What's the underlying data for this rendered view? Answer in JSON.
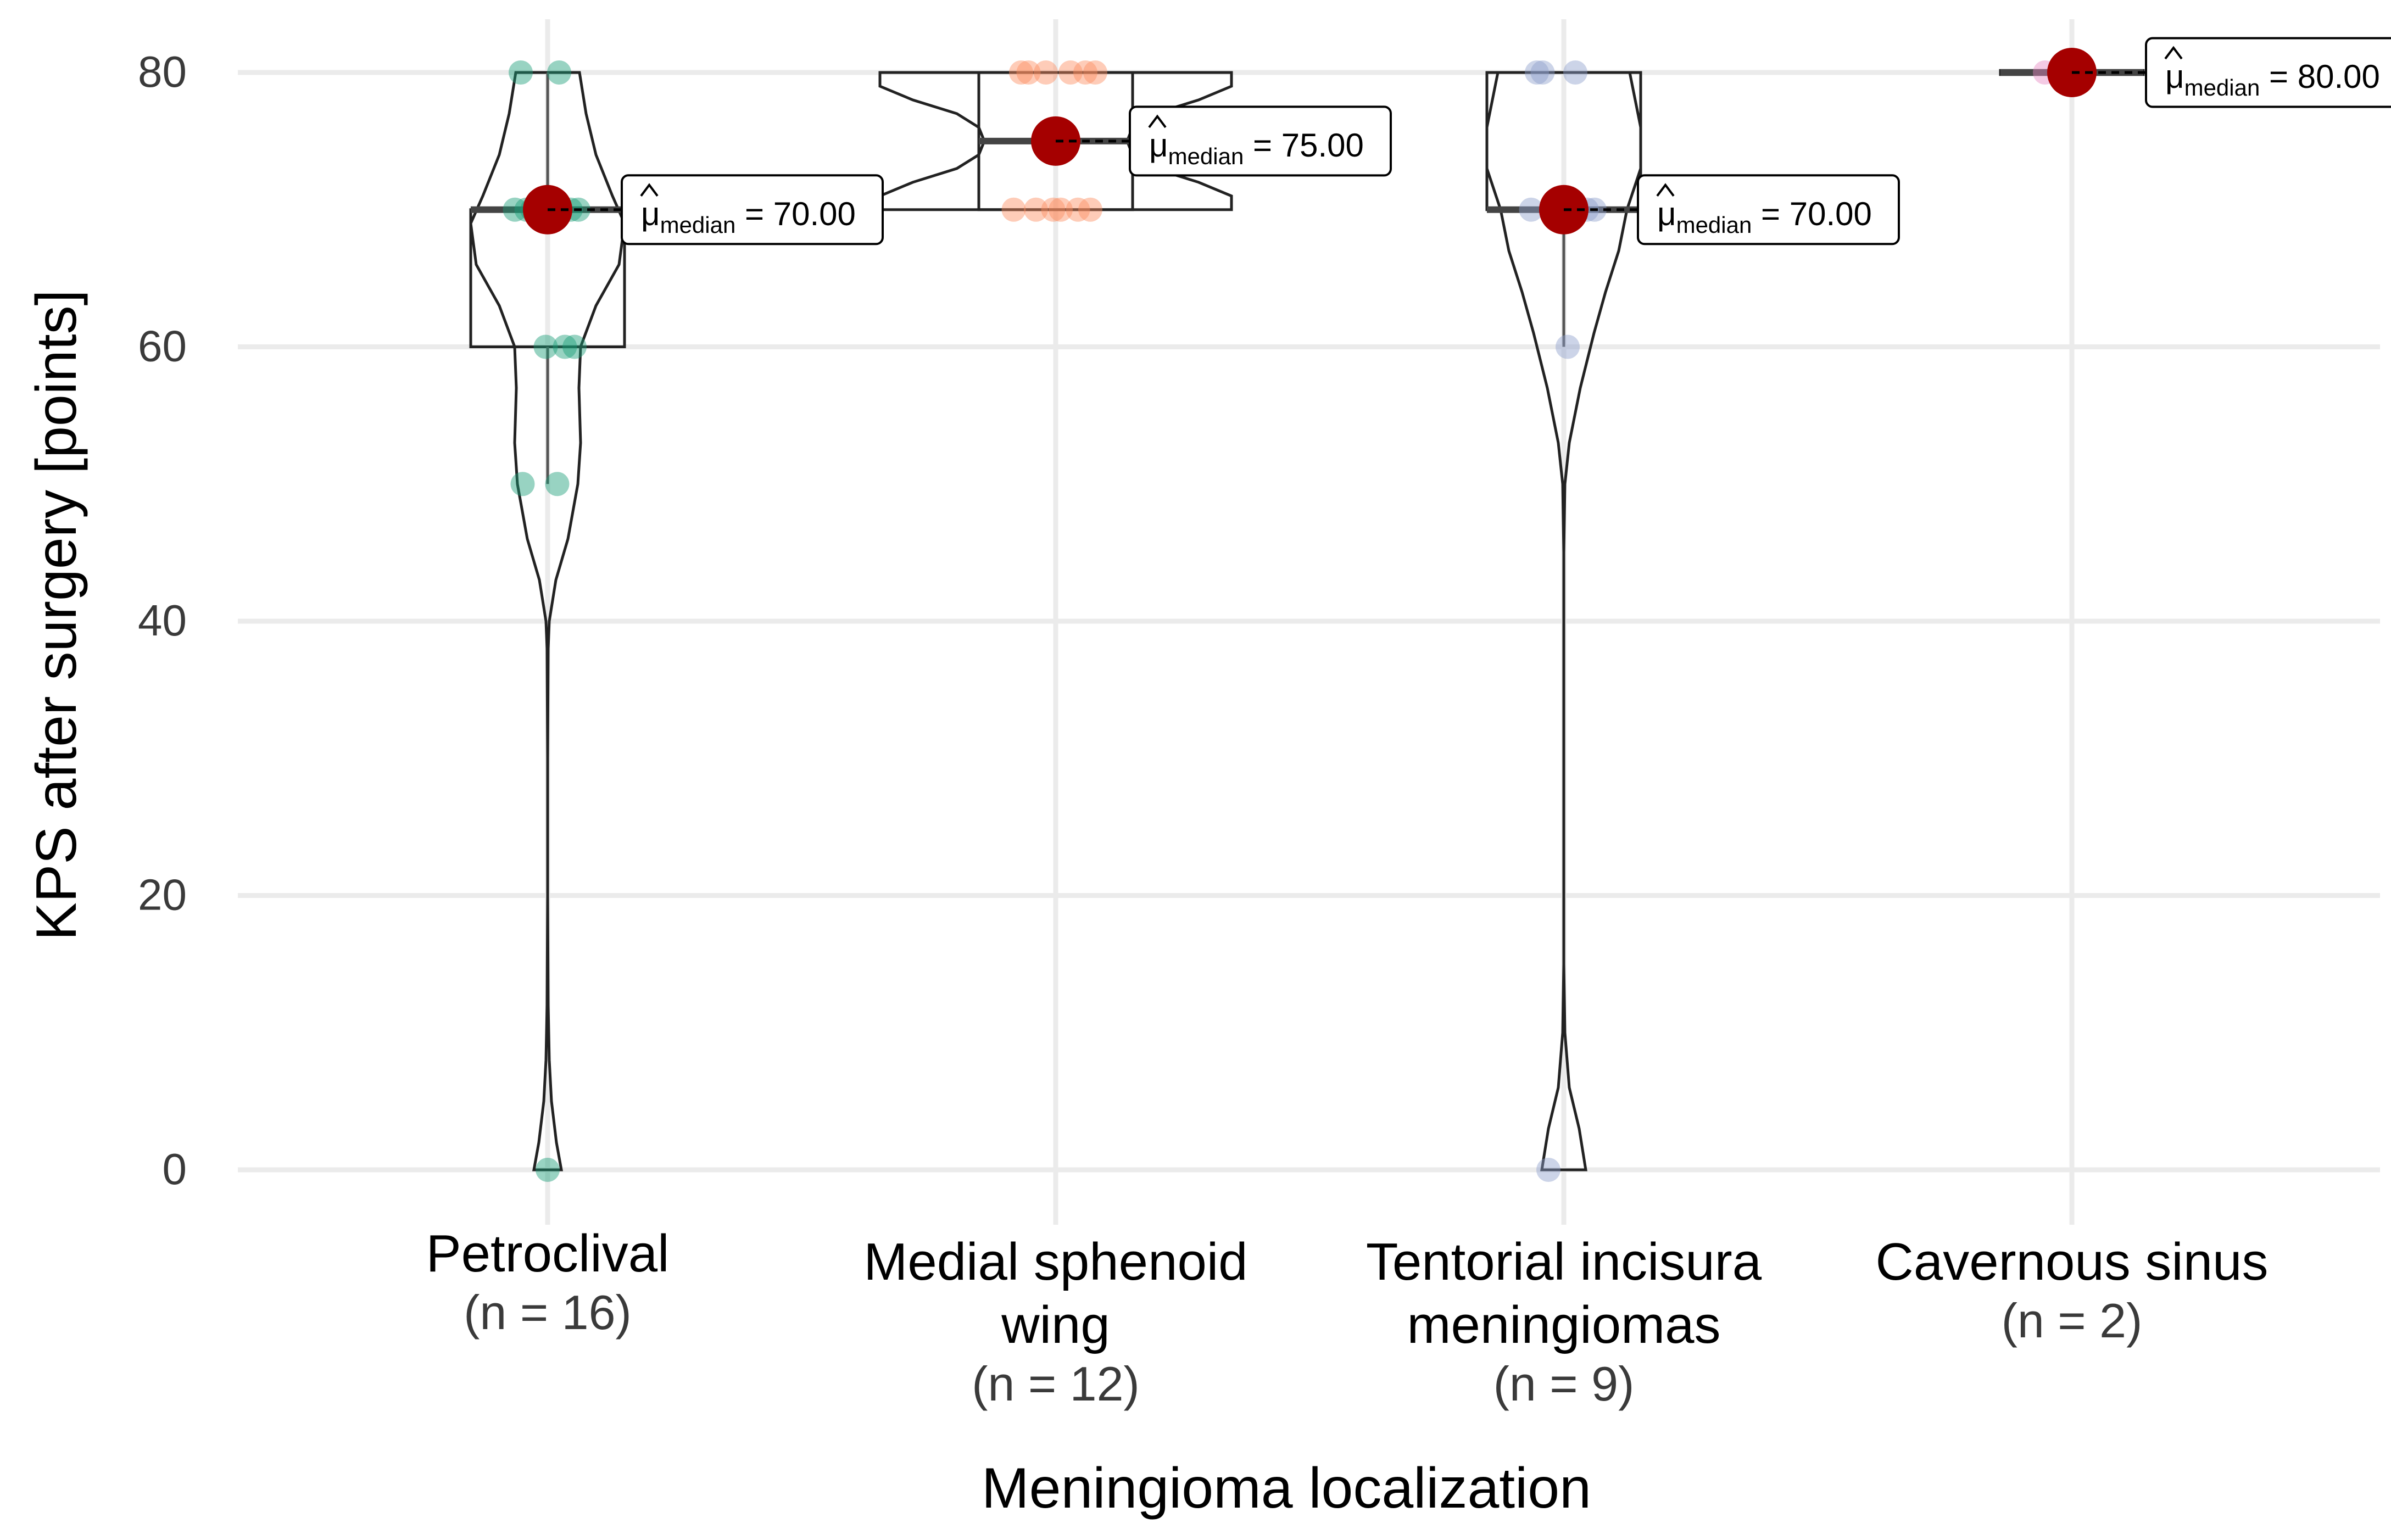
{
  "chart_data": {
    "type": "violin",
    "xlabel": "Meningioma localization",
    "ylabel": "KPS after surgery [points]",
    "ylim": [
      0,
      80
    ],
    "yticks": [
      0,
      20,
      40,
      60,
      80
    ],
    "grid": true,
    "median_label_prefix": "μ",
    "median_label_subscript": "median",
    "groups": [
      {
        "name": "Petroclival",
        "n_label": "(n = 16)",
        "color": "#1b9e77",
        "points": [
          80,
          80,
          70,
          70,
          70,
          70,
          70,
          70,
          70,
          60,
          60,
          60,
          50,
          50,
          0
        ],
        "box": {
          "q1": 60,
          "median": 70,
          "q3": 70,
          "whisker_low": 50,
          "whisker_high": 80
        },
        "median_label": "70.00"
      },
      {
        "name": "Medial sphenoid wing",
        "n_label": "(n = 12)",
        "color": "#fc8d62",
        "points": [
          80,
          80,
          80,
          80,
          80,
          80,
          70,
          70,
          70,
          70,
          70,
          70
        ],
        "box": {
          "q1": 70,
          "median": 75,
          "q3": 80,
          "whisker_low": 70,
          "whisker_high": 80
        },
        "median_label": "75.00"
      },
      {
        "name": "Tentorial incisura meningiomas",
        "n_label": "(n = 9)",
        "color": "#8da0cb",
        "points": [
          80,
          80,
          80,
          70,
          70,
          70,
          70,
          60,
          0
        ],
        "box": {
          "q1": 70,
          "median": 70,
          "q3": 80,
          "whisker_low": 60,
          "whisker_high": 80
        },
        "median_label": "70.00"
      },
      {
        "name": "Cavernous sinus",
        "n_label": "(n = 2)",
        "color": "#e78ac3",
        "points": [
          80,
          80
        ],
        "box": {
          "q1": 80,
          "median": 80,
          "q3": 80,
          "whisker_low": 80,
          "whisker_high": 80
        },
        "median_label": "80.00"
      }
    ],
    "colors": {
      "grid": "#ebebeb",
      "median_dot": "#a50000",
      "outline": "#222222"
    }
  }
}
